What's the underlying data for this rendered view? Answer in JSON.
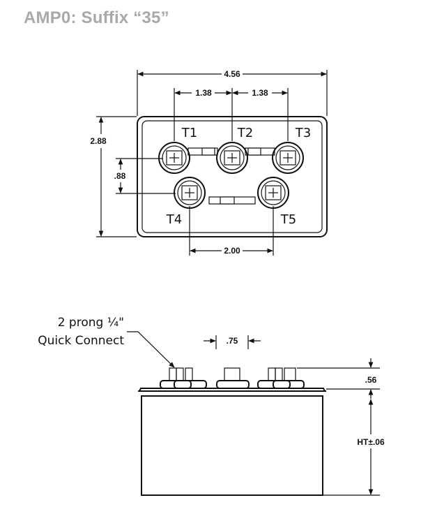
{
  "title": "AMP0: Suffix “35”",
  "top_view": {
    "width_dim": "4.56",
    "spacing_left_dim": "1.38",
    "spacing_right_dim": "1.38",
    "height_dim": "2.88",
    "row_offset_dim": ".88",
    "bottom_spacing_dim": "2.00",
    "terminals": [
      "T1",
      "T2",
      "T3",
      "T4",
      "T5"
    ]
  },
  "side_view": {
    "note_line1": "2 prong ¼\"",
    "note_line2": "Quick Connect",
    "prong_dim": ".75",
    "terminal_height_dim": ".56",
    "body_height_dim": "HT±.06"
  }
}
